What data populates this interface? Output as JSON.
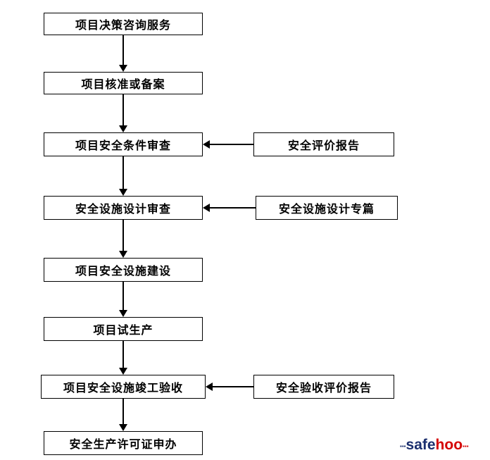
{
  "flowchart": {
    "main_nodes": [
      {
        "label": "项目决策咨询服务"
      },
      {
        "label": "项目核准或备案"
      },
      {
        "label": "项目安全条件审查"
      },
      {
        "label": "安全设施设计审查"
      },
      {
        "label": "项目安全设施建设"
      },
      {
        "label": "项目试生产"
      },
      {
        "label": "项目安全设施竣工验收"
      },
      {
        "label": "安全生产许可证申办"
      }
    ],
    "side_nodes": [
      {
        "label": "安全评价报告",
        "points_to": "项目安全条件审查"
      },
      {
        "label": "安全设施设计专篇",
        "points_to": "安全设施设计审查"
      },
      {
        "label": "安全验收评价报告",
        "points_to": "项目安全设施竣工验收"
      }
    ],
    "line_color": "#000000",
    "box_fill": "#ffffff",
    "box_border": "#000000"
  },
  "watermark": {
    "prefix": "▪▪▪",
    "safe": "safe",
    "hoo": "hoo",
    "suffix": "▪▪▪",
    "safe_color": "#1b2f6e",
    "hoo_color": "#d40000"
  }
}
